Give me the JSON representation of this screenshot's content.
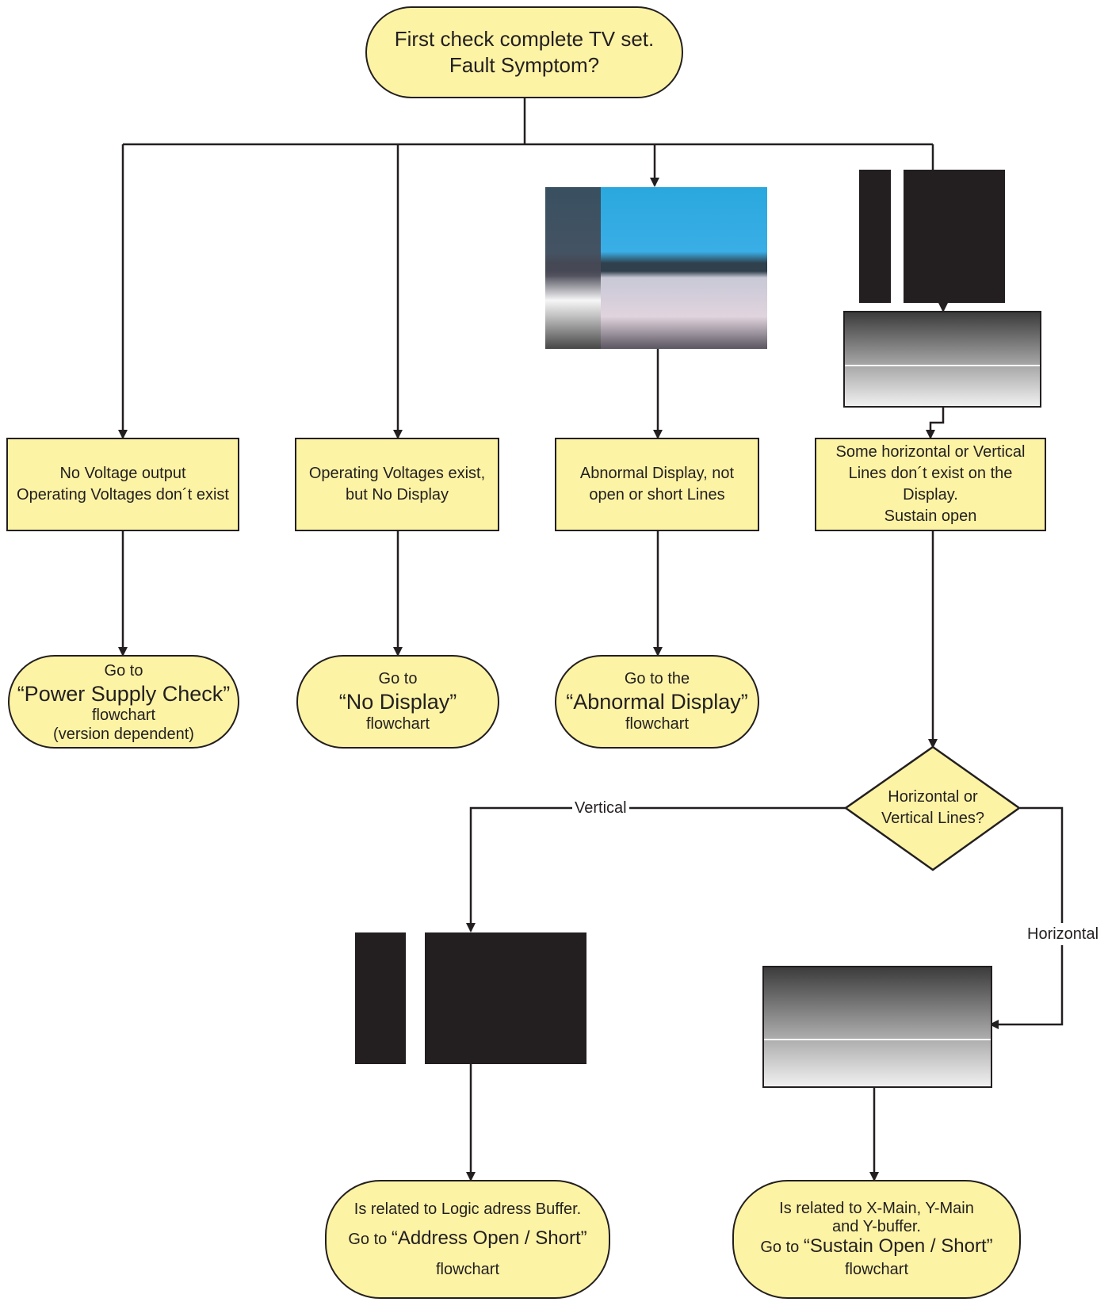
{
  "colors": {
    "box_fill": "#fcf3a5",
    "stroke": "#231f20"
  },
  "start": {
    "line1": "First check complete TV set.",
    "line2": "Fault Symptom?"
  },
  "symptoms": {
    "no_voltage": {
      "line1": "No Voltage output",
      "line2": "Operating Voltages don´t exist"
    },
    "no_display": {
      "line1": "Operating Voltages exist,",
      "line2": "but No Display"
    },
    "abnormal": {
      "line1": "Abnormal Display, not",
      "line2": "open or short  Lines"
    },
    "sustain": {
      "line1": "Some horizontal or Vertical",
      "line2": "Lines don´t exist on the",
      "line3": "Display.",
      "line4": "Sustain open"
    }
  },
  "results": {
    "power_supply": {
      "line1": "Go to",
      "line2": "“Power Supply Check”",
      "line3": "flowchart",
      "line4": "(version dependent)"
    },
    "no_display": {
      "line1": "Go to",
      "line2": "“No Display”",
      "line3": "flowchart"
    },
    "abnormal": {
      "line1": "Go to the",
      "line2": "“Abnormal Display”",
      "line3": "flowchart"
    },
    "address": {
      "line1": "Is related to Logic adress Buffer.",
      "line2_prefix": "Go to ",
      "line2_main": "“Address Open / Short”",
      "line3": "flowchart"
    },
    "sustain": {
      "line1": "Is related to X-Main, Y-Main",
      "line2": "and Y-buffer.",
      "line3_prefix": "Go to ",
      "line3_main": "“Sustain Open / Short”",
      "line4": "flowchart"
    }
  },
  "decision": {
    "line1": "Horizontal or",
    "line2": "Vertical Lines?"
  },
  "edge_labels": {
    "vertical": "Vertical",
    "horizontal": "Horizontal"
  }
}
